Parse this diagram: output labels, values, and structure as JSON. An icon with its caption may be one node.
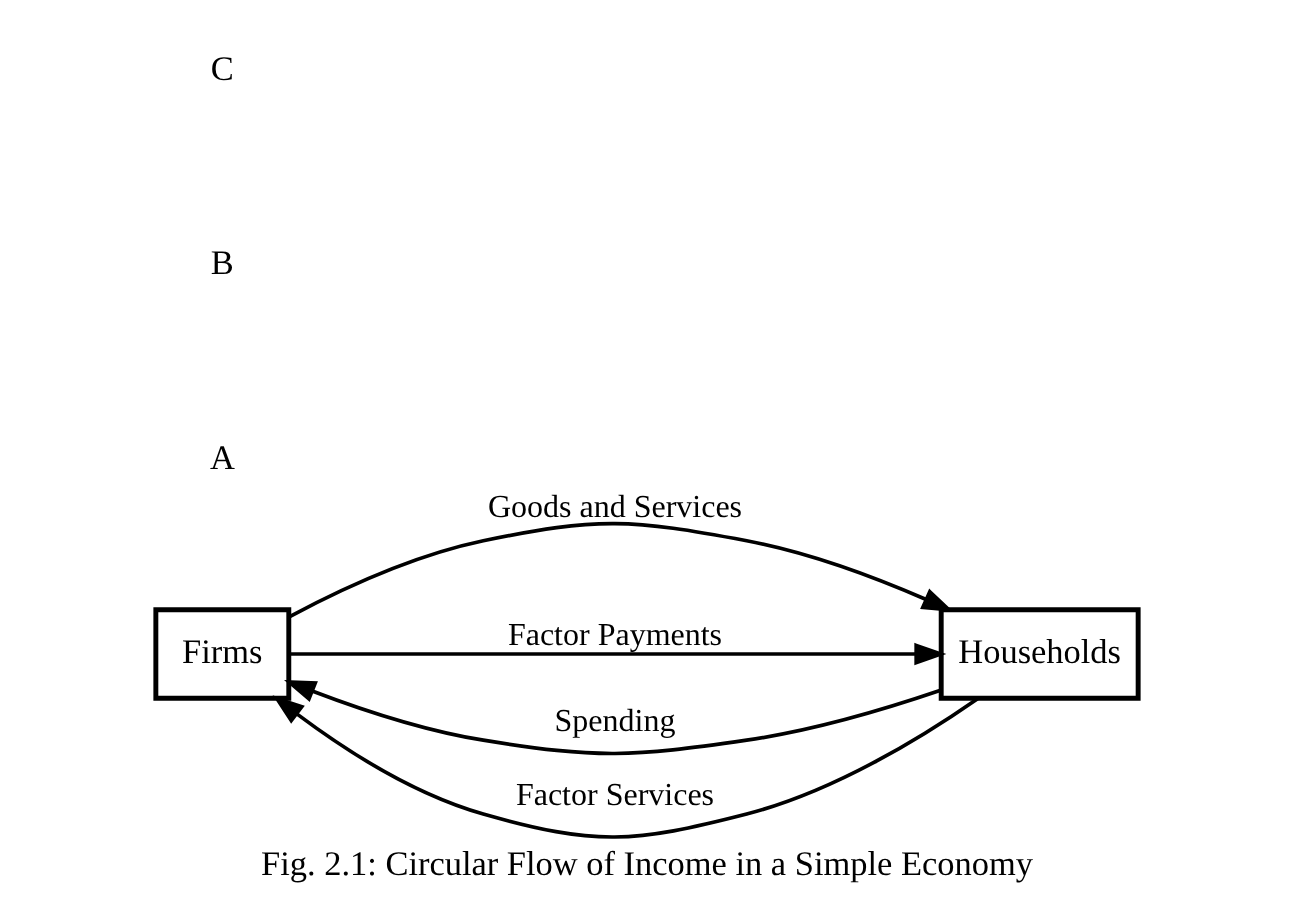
{
  "diagram": {
    "caption": "Fig. 2.1: Circular Flow of Income in a Simple Economy",
    "nodes": [
      {
        "text": [
          "Firms"
        ]
      },
      {
        "text": [
          "Households"
        ]
      }
    ],
    "edges": [
      {
        "from": 1,
        "to": 0,
        "arrow": "to",
        "label": "Spending"
      },
      {
        "from": 0,
        "to": 1,
        "arrow": "to",
        "label": "Goods and Services"
      },
      {
        "from": 0,
        "to": 1,
        "arrow": "to",
        "label": "Factor Payments"
      },
      {
        "from": 1,
        "to": 0,
        "arrow": "to",
        "label": "Factor Services"
      }
    ],
    "labels": [
      "A",
      "B",
      "C"
    ]
  }
}
